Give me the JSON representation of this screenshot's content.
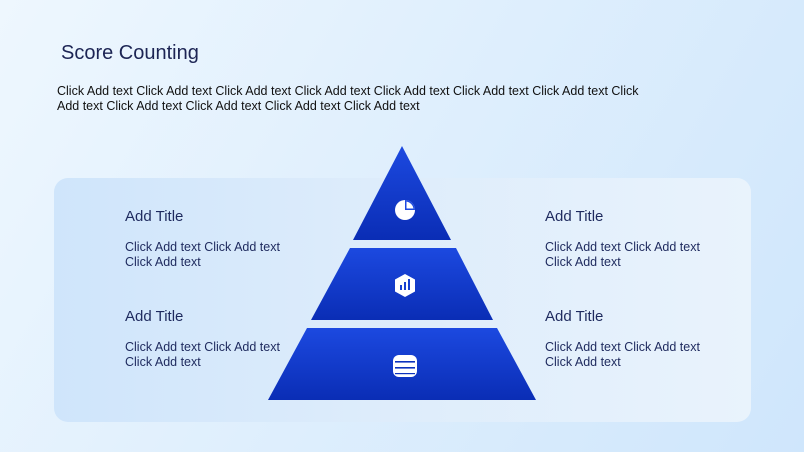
{
  "slide": {
    "title": "Score Counting",
    "intro": "Click Add text Click Add text Click Add text Click Add text Click Add text Click Add text Click Add text Click Add text Click Add text Click Add text Click Add text Click Add text"
  },
  "blocks": [
    {
      "title": "Add Title",
      "text": "Click Add text Click Add text Click Add text"
    },
    {
      "title": "Add Title",
      "text": "Click Add text Click Add text Click Add text"
    },
    {
      "title": "Add Title",
      "text": "Click Add text Click Add text Click Add text"
    },
    {
      "title": "Add Title",
      "text": "Click Add text Click Add text Click Add text"
    }
  ],
  "pyramid": {
    "icons": [
      "pie-chart-icon",
      "bar-chart-hexagon-icon",
      "database-icon"
    ]
  },
  "colors": {
    "pyramid_top": "#1a44dc",
    "pyramid_bottom": "#0a2fb8",
    "text": "#1e2a5e"
  }
}
